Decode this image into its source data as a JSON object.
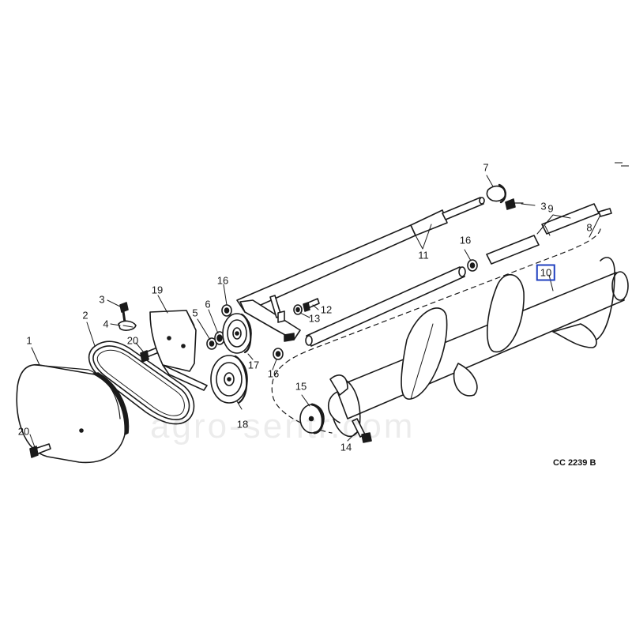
{
  "callouts": [
    {
      "id": "c1",
      "label": "1"
    },
    {
      "id": "c2",
      "label": "2"
    },
    {
      "id": "c3a",
      "label": "3"
    },
    {
      "id": "c4",
      "label": "4"
    },
    {
      "id": "c20a",
      "label": "20"
    },
    {
      "id": "c19",
      "label": "19"
    },
    {
      "id": "c5",
      "label": "5"
    },
    {
      "id": "c6",
      "label": "6"
    },
    {
      "id": "c16a",
      "label": "16"
    },
    {
      "id": "c17",
      "label": "17"
    },
    {
      "id": "c16b",
      "label": "16"
    },
    {
      "id": "c18",
      "label": "18"
    },
    {
      "id": "c20b",
      "label": "20"
    },
    {
      "id": "c11",
      "label": "11"
    },
    {
      "id": "c12",
      "label": "12"
    },
    {
      "id": "c13",
      "label": "13"
    },
    {
      "id": "c16c",
      "label": "16"
    },
    {
      "id": "c7",
      "label": "7"
    },
    {
      "id": "c3b",
      "label": "3"
    },
    {
      "id": "c9",
      "label": "9"
    },
    {
      "id": "c8",
      "label": "8"
    },
    {
      "id": "c10",
      "label": "10",
      "selected": true
    },
    {
      "id": "c15",
      "label": "15"
    },
    {
      "id": "c14",
      "label": "14"
    }
  ],
  "catalog_code": "CC 2239 B",
  "watermark": "agro-sentr.com",
  "colors": {
    "line": "#1a1a1a",
    "selection": "#1f3fbf",
    "background": "#ffffff"
  }
}
